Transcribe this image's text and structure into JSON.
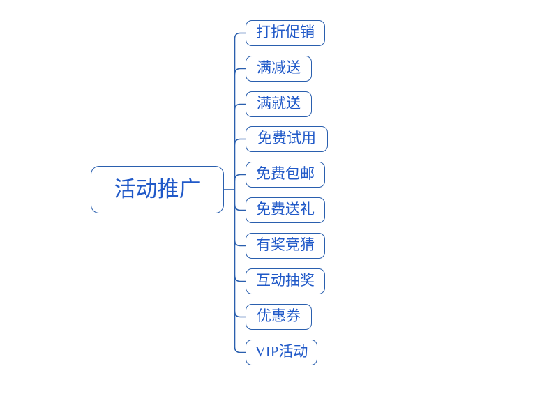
{
  "diagram": {
    "type": "mindmap",
    "root": {
      "label": "活动推广"
    },
    "children": [
      {
        "label": "打折促销"
      },
      {
        "label": "满减送"
      },
      {
        "label": "满就送"
      },
      {
        "label": "免费试用"
      },
      {
        "label": "免费包邮"
      },
      {
        "label": "免费送礼"
      },
      {
        "label": "有奖竞猜"
      },
      {
        "label": "互动抽奖"
      },
      {
        "label": "优惠券"
      },
      {
        "label": "VIP活动"
      }
    ],
    "colors": {
      "line": "#2A5FAE",
      "node_border": "#2A5FAE",
      "node_text": "#2059C8",
      "background": "#FFFFFF"
    }
  }
}
